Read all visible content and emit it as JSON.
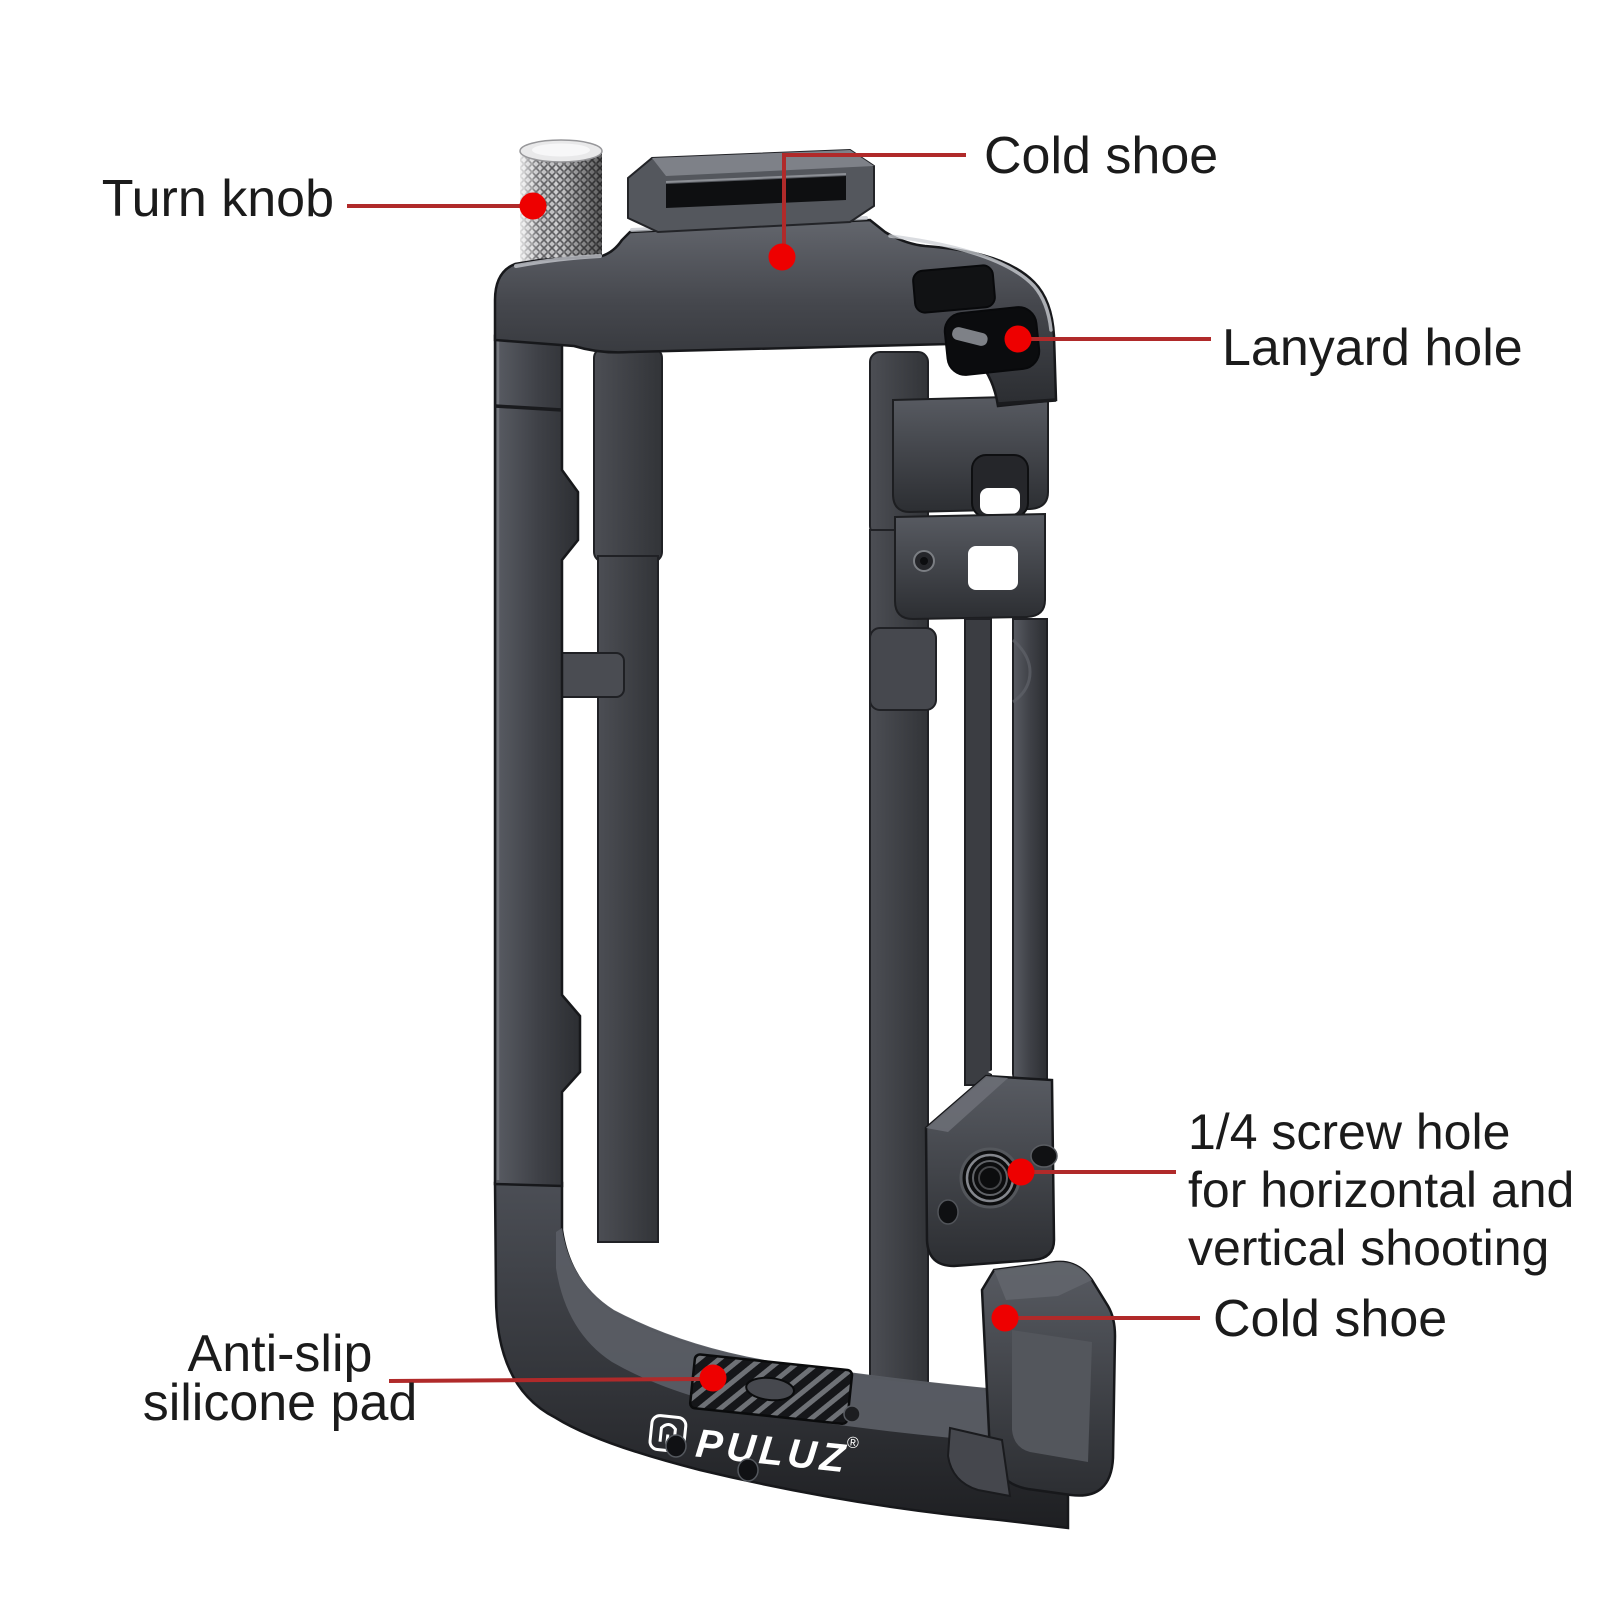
{
  "page": {
    "background": "#ffffff"
  },
  "product": {
    "brand": "PULUZ",
    "registered_mark": "®"
  },
  "colors": {
    "label_text": "#1b1b1b",
    "leader_line": "#b02a2a",
    "marker_dot": "#ee0000",
    "cage_dark": "#2e3034",
    "cage_mid": "#4a4d53",
    "cage_light": "#8b8e95",
    "knob_silver": "#c9c9cb"
  },
  "callouts": [
    {
      "id": "turn-knob",
      "label": "Turn knob"
    },
    {
      "id": "cold-shoe-top",
      "label": "Cold shoe"
    },
    {
      "id": "lanyard-hole",
      "label": "Lanyard hole"
    },
    {
      "id": "quarter-screw-hole",
      "lines": [
        "1/4 screw hole",
        "for horizontal and",
        "vertical shooting"
      ]
    },
    {
      "id": "cold-shoe-bottom",
      "label": "Cold shoe"
    },
    {
      "id": "anti-slip-pad",
      "lines": [
        "Anti-slip",
        "silicone pad"
      ]
    }
  ]
}
